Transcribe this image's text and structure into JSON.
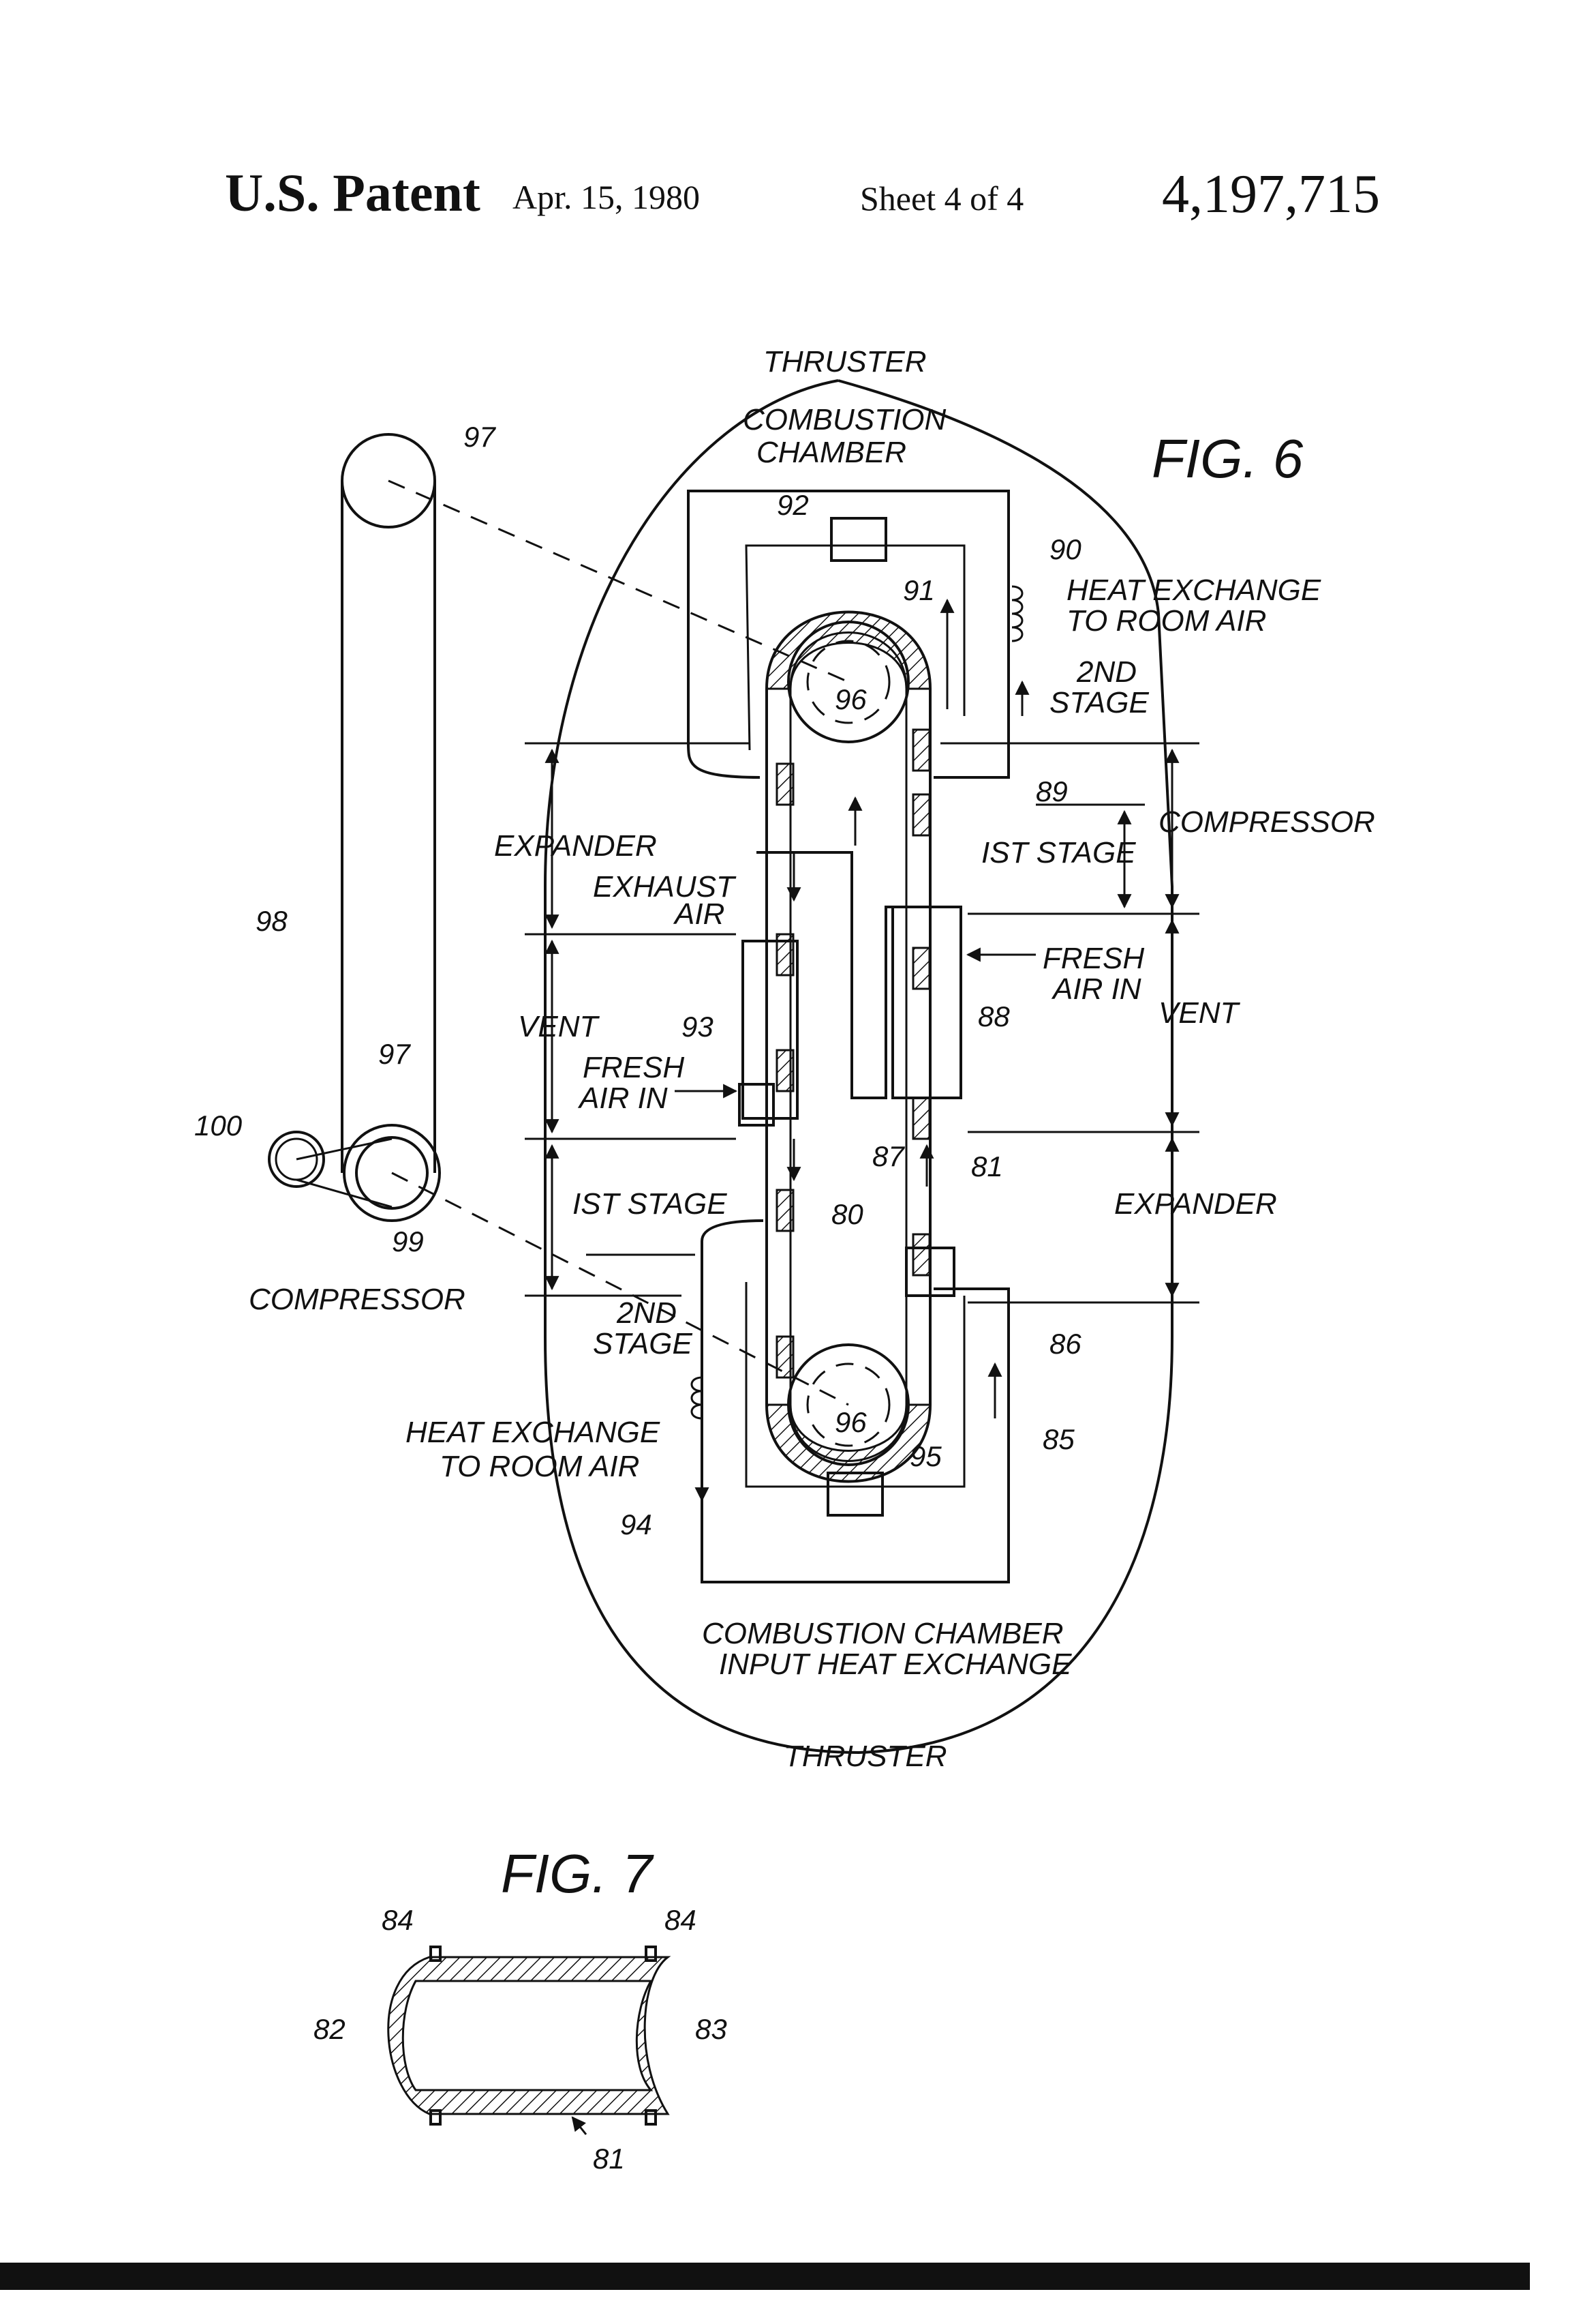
{
  "header": {
    "title": "U.S. Patent",
    "date": "Apr. 15, 1980",
    "sheet": "Sheet 4 of 4",
    "number": "4,197,715"
  },
  "fig6": {
    "title": "FIG. 6",
    "labels": {
      "thruster_top": "THRUSTER",
      "thruster_bottom": "THRUSTER",
      "combustion_chamber_1": "COMBUSTION",
      "combustion_chamber_2": "CHAMBER",
      "heat_exchange_top_1": "HEAT EXCHANGE",
      "heat_exchange_top_2": "TO ROOM AIR",
      "second_stage_right_1": "2ND",
      "second_stage_right_2": "STAGE",
      "compressor_right": "COMPRESSOR",
      "first_stage_right": "IST STAGE",
      "expander_left": "EXPANDER",
      "exhaust_air_1": "EXHAUST",
      "exhaust_air_2": "AIR",
      "fresh_air_right_1": "FRESH",
      "fresh_air_right_2": "AIR IN",
      "vent_right": "VENT",
      "vent_left": "VENT",
      "fresh_air_left_1": "FRESH",
      "fresh_air_left_2": "AIR IN",
      "expander_right": "EXPANDER",
      "first_stage_left": "IST STAGE",
      "compressor_left": "COMPRESSOR",
      "second_stage_left_1": "2ND",
      "second_stage_left_2": "STAGE",
      "heat_exchange_bottom_1": "HEAT EXCHANGE",
      "heat_exchange_bottom_2": "TO ROOM AIR",
      "combustion_input_1": "COMBUSTION CHAMBER",
      "combustion_input_2": "INPUT HEAT EXCHANGE"
    },
    "refs": {
      "r97_top": "97",
      "r92": "92",
      "r90": "90",
      "r91": "91",
      "r96_top": "96",
      "r89": "89",
      "r98": "98",
      "r88": "88",
      "r93": "93",
      "r97_bottom": "97",
      "r100": "100",
      "r99": "99",
      "r87": "87",
      "r81": "81",
      "r80": "80",
      "r86": "86",
      "r96_bottom": "96",
      "r85": "85",
      "r95": "95",
      "r94": "94"
    }
  },
  "fig7": {
    "title": "FIG. 7",
    "refs": {
      "r84_left": "84",
      "r84_right": "84",
      "r82": "82",
      "r83": "83",
      "r81": "81"
    }
  }
}
